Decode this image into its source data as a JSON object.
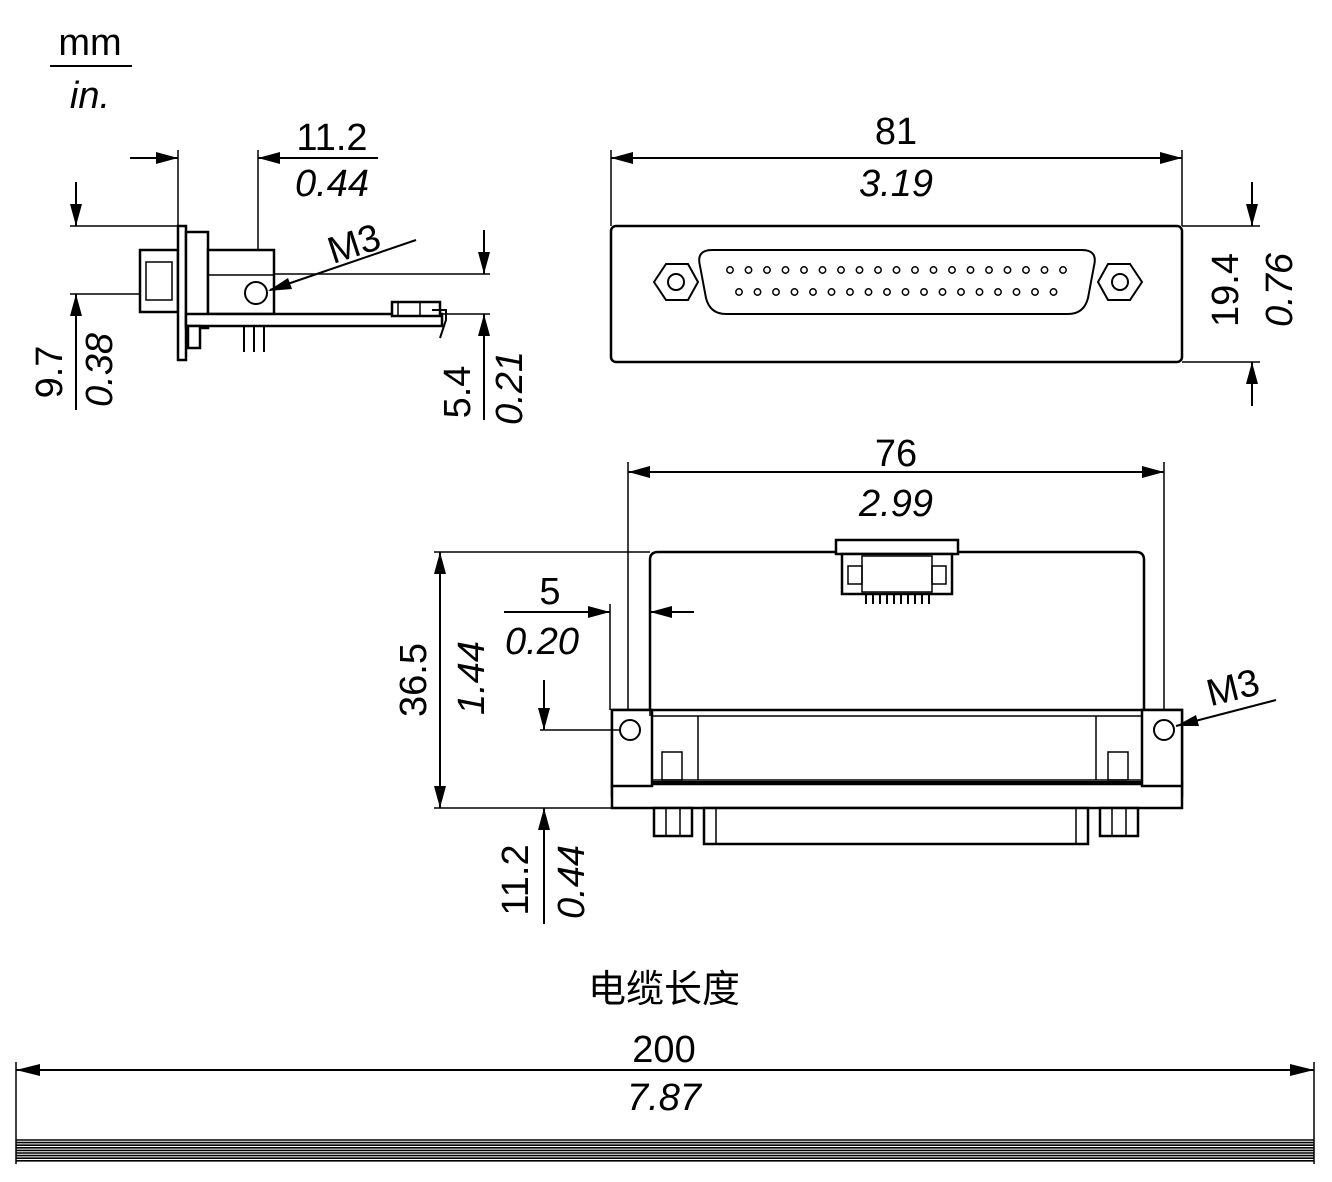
{
  "units": {
    "mm": "mm",
    "in": "in."
  },
  "side_view": {
    "width_mm": "11.2",
    "width_in": "0.44",
    "height_mm": "9.7",
    "height_in": "0.38",
    "offset_mm": "5.4",
    "offset_in": "0.21",
    "screw": "M3"
  },
  "front_view": {
    "width_mm": "81",
    "width_in": "3.19",
    "height_mm": "19.4",
    "height_in": "0.76"
  },
  "top_view": {
    "width_mm": "76",
    "width_in": "2.99",
    "height_mm": "36.5",
    "height_in": "1.44",
    "flange_mm": "5",
    "flange_in": "0.20",
    "depth_mm": "11.2",
    "depth_in": "0.44",
    "screw": "M3"
  },
  "cable": {
    "label": "电缆长度",
    "length_mm": "200",
    "length_in": "7.87"
  }
}
